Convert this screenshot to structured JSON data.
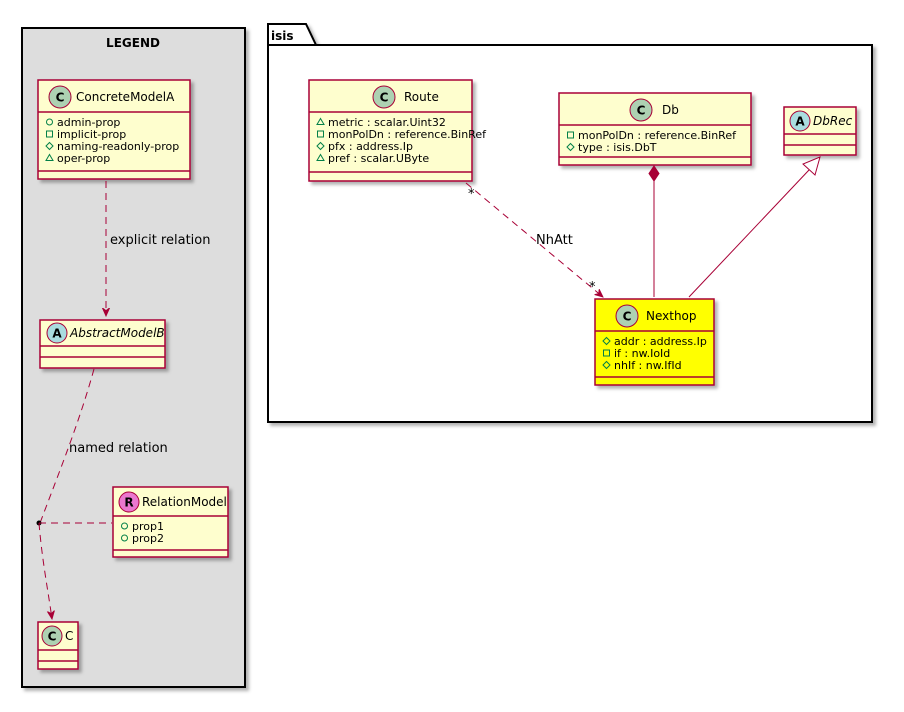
{
  "legend": {
    "title": "LEGEND",
    "concrete": {
      "badge": "C",
      "name": "ConcreteModelA",
      "members": [
        {
          "vis": "+",
          "text": "admin-prop"
        },
        {
          "vis": "-",
          "text": "implicit-prop"
        },
        {
          "vis": "#",
          "text": "naming-readonly-prop"
        },
        {
          "vis": "~",
          "text": "oper-prop"
        }
      ]
    },
    "abstract": {
      "badge": "A",
      "name": "AbstractModelB"
    },
    "relation_model": {
      "badge": "R",
      "name": "RelationModel",
      "members": [
        {
          "vis": "+",
          "text": "prop1"
        },
        {
          "vis": "+",
          "text": "prop2"
        }
      ]
    },
    "c": {
      "badge": "C",
      "name": "C"
    },
    "explicit_label": "explicit relation",
    "named_label": "named relation"
  },
  "package": {
    "name": "isis",
    "route": {
      "badge": "C",
      "name": "Route",
      "members": [
        {
          "vis": "~",
          "text": "metric : scalar.Uint32"
        },
        {
          "vis": "-",
          "text": "monPolDn : reference.BinRef"
        },
        {
          "vis": "#",
          "text": "pfx : address.Ip"
        },
        {
          "vis": "~",
          "text": "pref : scalar.UByte"
        }
      ]
    },
    "db": {
      "badge": "C",
      "name": "Db",
      "members": [
        {
          "vis": "-",
          "text": "monPolDn : reference.BinRef"
        },
        {
          "vis": "#",
          "text": "type : isis.DbT"
        }
      ]
    },
    "dbrec": {
      "badge": "A",
      "name": "DbRec"
    },
    "nexthop": {
      "badge": "C",
      "name": "Nexthop",
      "members": [
        {
          "vis": "#",
          "text": "addr : address.Ip"
        },
        {
          "vis": "-",
          "text": "if : nw.IoId"
        },
        {
          "vis": "#",
          "text": "nhIf : nw.IfId"
        }
      ]
    },
    "nhatt_label": "NhAtt",
    "mult_source": "*",
    "mult_target": "*"
  },
  "colors": {
    "class_fill": "#FEFECE",
    "highlight_fill": "#FFFF00",
    "border": "#A80036",
    "badge_class": "#ADD1B2",
    "badge_abstract": "#A9DCDF",
    "badge_relation": "#EB77CF",
    "legend_bg": "#DDDDDD"
  }
}
